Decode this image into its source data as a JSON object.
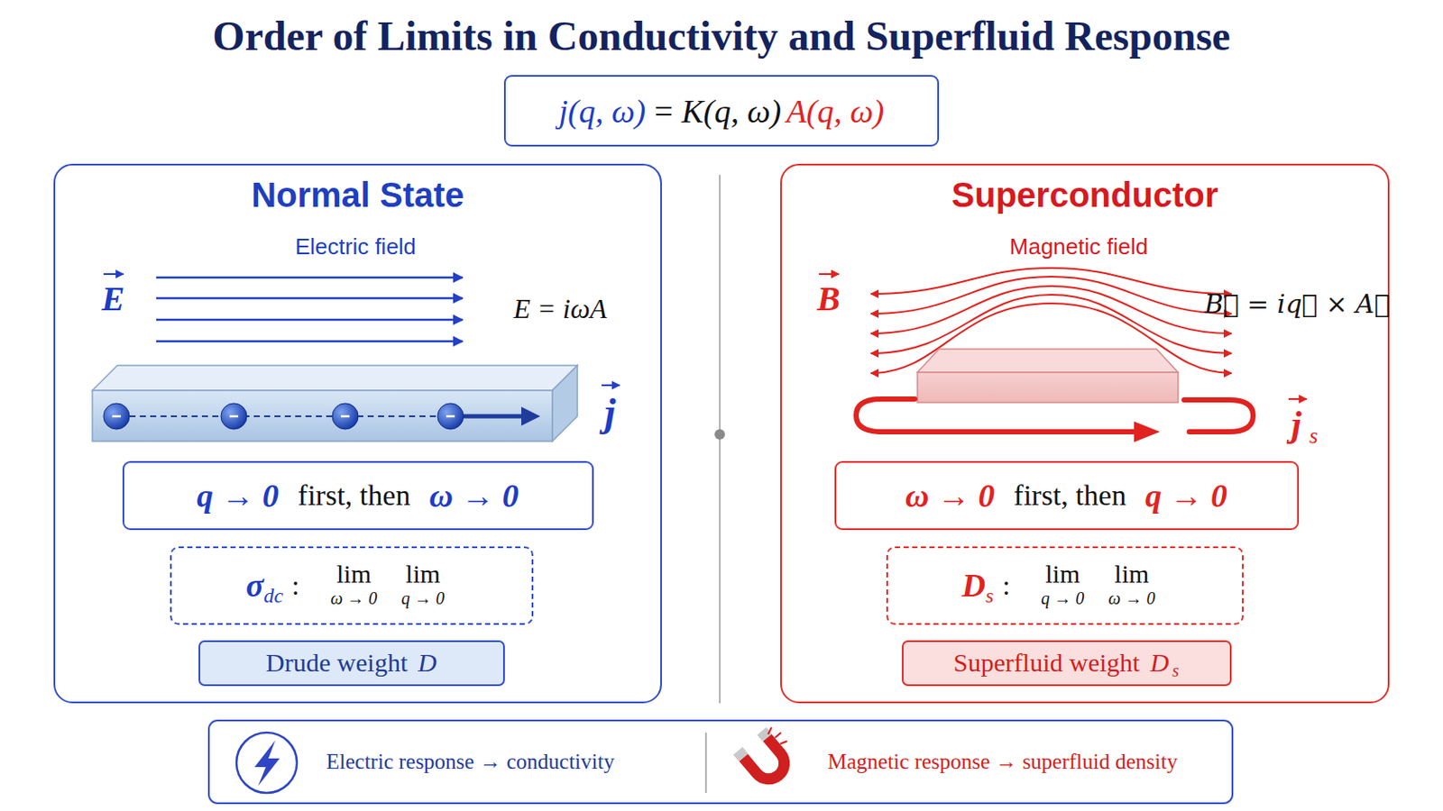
{
  "diagram": {
    "title": "Order of Limits in Conductivity and Superfluid Response",
    "nodes": [
      {
        "text": [
          "j(q, ω)",
          "=",
          "K(q, ω)",
          "A(q, ω)"
        ]
      },
      {
        "text": [
          "Normal State"
        ]
      },
      {
        "text": [
          "q → 0",
          "first, then",
          "ω → 0"
        ],
        "in": 1
      },
      {
        "text": [
          "σ",
          "dc",
          ":",
          "lim",
          "ω → 0",
          "lim",
          "q → 0"
        ],
        "in": 1
      },
      {
        "text": [
          "Drude weight",
          "D"
        ],
        "in": 1
      },
      {
        "text": [
          "Superconductor"
        ]
      },
      {
        "text": [
          "ω → 0",
          "first, then",
          "q → 0"
        ],
        "in": 5
      },
      {
        "text": [
          "D",
          "s",
          ":",
          "lim",
          "q → 0",
          "lim",
          "ω → 0"
        ],
        "in": 5
      },
      {
        "text": [
          "Superfluid weight",
          "D",
          "s"
        ],
        "in": 5
      },
      {
        "text": [
          "Electric response → conductivity",
          "Magnetic response → superfluid density"
        ]
      }
    ],
    "labels": [
      "Electric field",
      "E",
      "E = iωA",
      "j",
      "Magnetic field",
      "B",
      "B⃗ = iq⃗ × A⃗",
      "j",
      "s"
    ]
  }
}
